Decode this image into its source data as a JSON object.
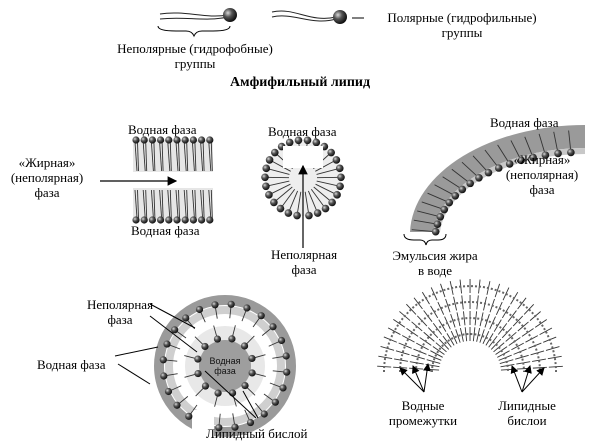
{
  "top": {
    "nonpolar_line1": "Неполярные (гидрофобные)",
    "nonpolar_line2": "группы",
    "polar_line1": "Полярные (гидрофильные)",
    "polar_line2": "группы",
    "title": "Амфифильный липид"
  },
  "bilayer": {
    "aqueous_top": "Водная фаза",
    "aqueous_bottom": "Водная фаза",
    "fatty_line1": "«Жирная»",
    "fatty_line2": "(неполярная)",
    "fatty_line3": "фаза"
  },
  "micelle": {
    "aqueous": "Водная фаза",
    "nonpolar_line1": "Неполярная",
    "nonpolar_line2": "фаза"
  },
  "emulsion": {
    "aqueous": "Водная фаза",
    "fatty_line1": "«Жирная»",
    "fatty_line2": "(неполярная)",
    "fatty_line3": "фаза",
    "emulsion_line1": "Эмульсия жира",
    "emulsion_line2": "в воде"
  },
  "liposome": {
    "nonpolar_line1": "Неполярная",
    "nonpolar_line2": "фаза",
    "aqueous": "Водная фаза",
    "inner_line1": "Водная",
    "inner_line2": "фаза",
    "bilayer": "Липидный бислой"
  },
  "multilayer": {
    "water_gaps_line1": "Водные",
    "water_gaps_line2": "промежутки",
    "lipid_line1": "Липидные",
    "lipid_line2": "бислои"
  },
  "colors": {
    "head": "#1a1a1a",
    "shell": "#bdbdbd",
    "tail": "#333333"
  }
}
